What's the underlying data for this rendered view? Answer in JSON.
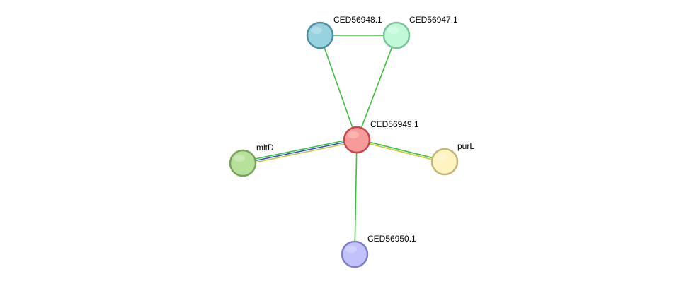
{
  "network": {
    "nodes": [
      {
        "id": "center",
        "label": "CED56949.1",
        "fill": "#f99a9a",
        "stroke": "#c04a4a"
      },
      {
        "id": "n48",
        "label": "CED56948.1",
        "fill": "#97d2e0",
        "stroke": "#4d8ea3"
      },
      {
        "id": "n47",
        "label": "CED56947.1",
        "fill": "#c1f8d8",
        "stroke": "#79c49a"
      },
      {
        "id": "mltD",
        "label": "mltD",
        "fill": "#b7e19b",
        "stroke": "#78a35a"
      },
      {
        "id": "purL",
        "label": "purL",
        "fill": "#fff3c0",
        "stroke": "#c3b678"
      },
      {
        "id": "n50",
        "label": "CED56950.1",
        "fill": "#c1c1fc",
        "stroke": "#7f7fc4"
      }
    ],
    "edges": [
      {
        "from": "n48",
        "to": "n47",
        "colors": [
          "#3fbf3f"
        ]
      },
      {
        "from": "n48",
        "to": "center",
        "colors": [
          "#3fbf3f"
        ]
      },
      {
        "from": "n47",
        "to": "center",
        "colors": [
          "#3fbf3f"
        ]
      },
      {
        "from": "center",
        "to": "mltD",
        "colors": [
          "#c8c83a",
          "#3050d0",
          "#3fbf3f"
        ]
      },
      {
        "from": "center",
        "to": "purL",
        "colors": [
          "#3fbf3f",
          "#c8c83a"
        ]
      },
      {
        "from": "center",
        "to": "n50",
        "colors": [
          "#3fbf3f"
        ]
      }
    ]
  }
}
